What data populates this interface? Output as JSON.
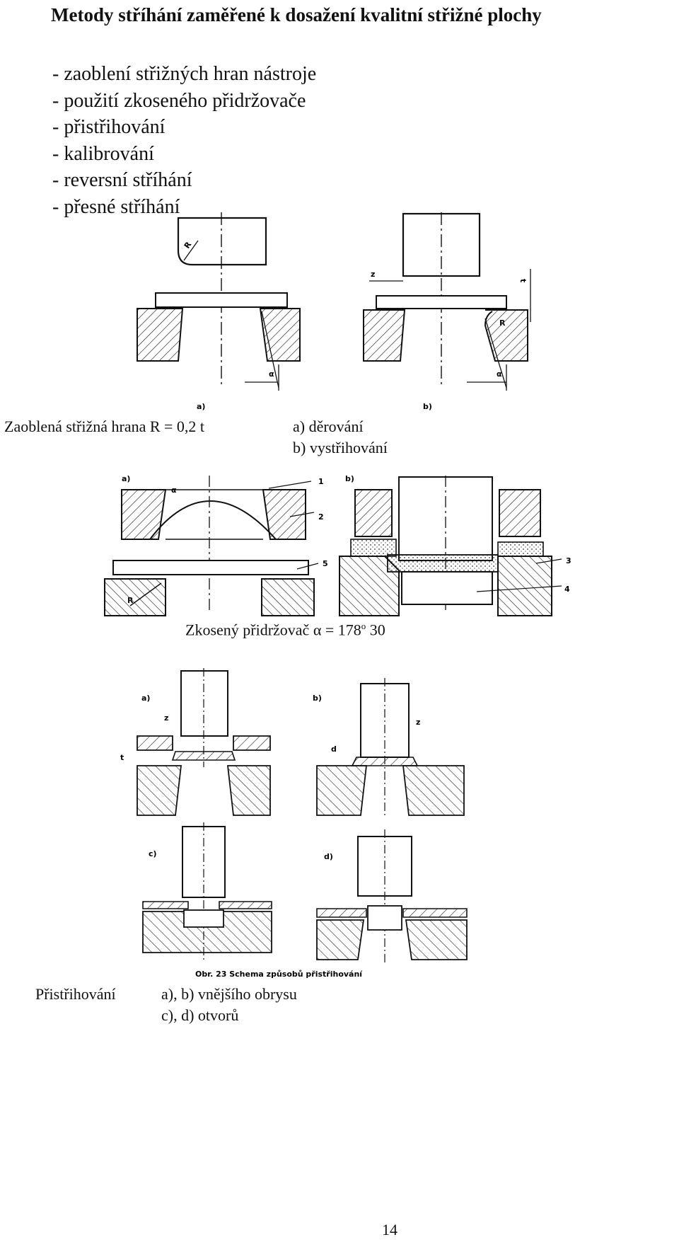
{
  "title": "Metody stříhání zaměřené k dosažení kvalitní střižné plochy",
  "bullets": [
    "- zaoblení  střižných hran nástroje",
    "- použití zkoseného přidržovače",
    "- přistřihování",
    "- kalibrování",
    "- reversní stříhání",
    "- přesné stříhání"
  ],
  "figure1": {
    "label_a": "a)",
    "label_b": "b)",
    "sym_R": "R",
    "sym_z": "z",
    "sym_t": "t",
    "sym_alpha": "α",
    "caption_left": "Zaoblená střižná hrana R = 0,2 t",
    "caption_a": "a)  děrování",
    "caption_b": "b)  vystřihování"
  },
  "figure2": {
    "label_a": "a)",
    "label_b": "b)",
    "sym_alpha": "α",
    "sym_R": "R",
    "part_1": "1",
    "part_2": "2",
    "part_3": "3",
    "part_4": "4",
    "part_5": "5",
    "caption": "Zkosený přidržovač    α = 178",
    "caption_deg": "o",
    "caption_min": " 30"
  },
  "figure3": {
    "label_a": "a)",
    "label_b": "b)",
    "label_c": "c)",
    "label_d": "d)",
    "sym_z": "z",
    "sym_t": "t",
    "sym_d": "d",
    "fig_caption": "Obr. 23    Schema způsobů přistřihování",
    "caption_main": "Přistřihování",
    "caption_ab": "a), b)   vnějšího obrysu",
    "caption_cd": "c), d)   otvorů"
  },
  "page_number": "14"
}
